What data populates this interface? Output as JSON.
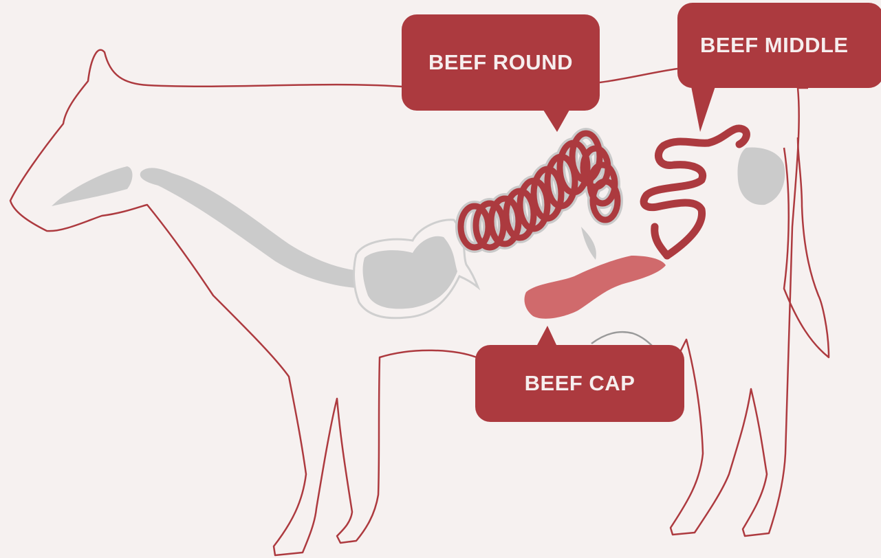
{
  "colors": {
    "background": "#f6f1f0",
    "outline": "#ad3a3f",
    "accent": "#ac3a3f",
    "organ_gray": "#cbcbcb",
    "organ_light": "#d06a6c"
  },
  "labels": {
    "beef_round": "BEEF ROUND",
    "beef_middle": "BEEF MIDDLE",
    "beef_cap": "BEEF CAP"
  }
}
